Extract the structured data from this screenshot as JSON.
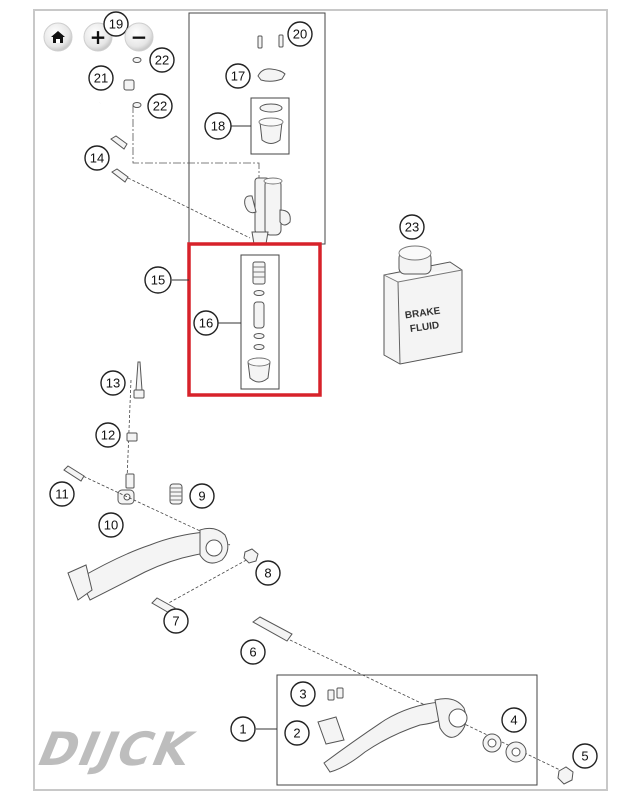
{
  "viewer": {
    "controls": {
      "home_icon": "home-icon",
      "zoom_in_label": "+",
      "zoom_out_label": "−"
    }
  },
  "diagram": {
    "brand_logo": "DIJCK",
    "highlight_color": "#d7222a",
    "container_label": {
      "line1": "BRAKE",
      "line2": "FLUID"
    },
    "callouts": [
      {
        "id": "1",
        "label": "1"
      },
      {
        "id": "2",
        "label": "2"
      },
      {
        "id": "3",
        "label": "3"
      },
      {
        "id": "4",
        "label": "4"
      },
      {
        "id": "5",
        "label": "5"
      },
      {
        "id": "6",
        "label": "6"
      },
      {
        "id": "7",
        "label": "7"
      },
      {
        "id": "8",
        "label": "8"
      },
      {
        "id": "9",
        "label": "9"
      },
      {
        "id": "10",
        "label": "10"
      },
      {
        "id": "11",
        "label": "11"
      },
      {
        "id": "12",
        "label": "12"
      },
      {
        "id": "13",
        "label": "13"
      },
      {
        "id": "14",
        "label": "14"
      },
      {
        "id": "15",
        "label": "15"
      },
      {
        "id": "16",
        "label": "16"
      },
      {
        "id": "17",
        "label": "17"
      },
      {
        "id": "18",
        "label": "18"
      },
      {
        "id": "19",
        "label": "19"
      },
      {
        "id": "20",
        "label": "20"
      },
      {
        "id": "21",
        "label": "21"
      },
      {
        "id": "22a",
        "label": "22"
      },
      {
        "id": "22b",
        "label": "22"
      },
      {
        "id": "23",
        "label": "23"
      }
    ]
  }
}
